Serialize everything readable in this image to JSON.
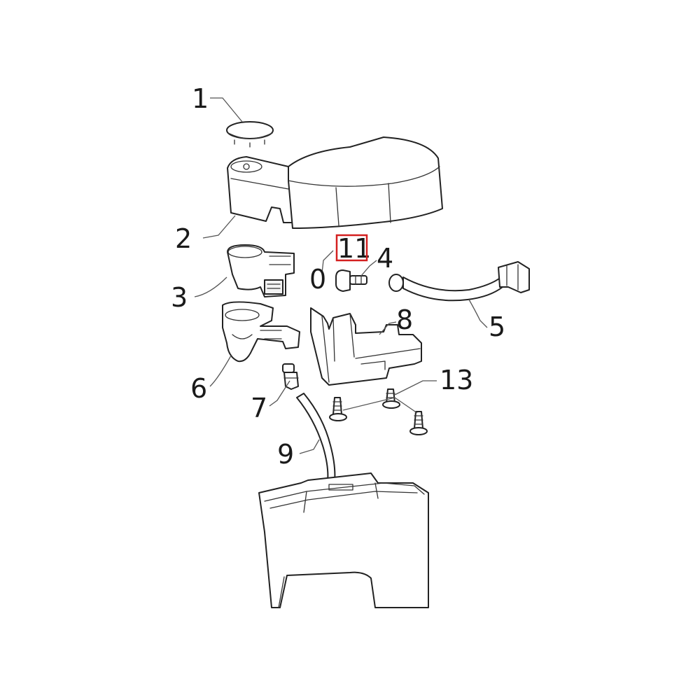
{
  "diagram": {
    "type": "exploded parts diagram",
    "callouts": [
      {
        "id": "c1",
        "label": "1"
      },
      {
        "id": "c2",
        "label": "2"
      },
      {
        "id": "c3",
        "label": "3"
      },
      {
        "id": "c4",
        "label": "4"
      },
      {
        "id": "c5",
        "label": "5"
      },
      {
        "id": "c6",
        "label": "6"
      },
      {
        "id": "c7",
        "label": "7"
      },
      {
        "id": "c8",
        "label": "8"
      },
      {
        "id": "c9",
        "label": "9"
      },
      {
        "id": "c10",
        "label": "0"
      },
      {
        "id": "c11",
        "label": "11"
      },
      {
        "id": "c13",
        "label": "13"
      }
    ],
    "highlighted_callout": "11",
    "highlight_color": "#d42020",
    "line_color": "#222222"
  }
}
